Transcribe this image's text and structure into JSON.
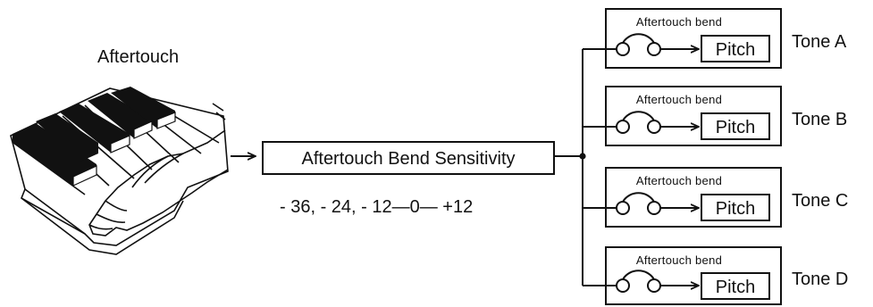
{
  "aftertouch_label": "Aftertouch",
  "sensitivity": {
    "label": "Aftertouch Bend Sensitivity",
    "range": "- 36, - 24, - 12—0— +12"
  },
  "tones": [
    {
      "box_title": "Aftertouch bend",
      "target": "Pitch",
      "tone": "Tone  A"
    },
    {
      "box_title": "Aftertouch bend",
      "target": "Pitch",
      "tone": "Tone  B"
    },
    {
      "box_title": "Aftertouch bend",
      "target": "Pitch",
      "tone": "Tone  C"
    },
    {
      "box_title": "Aftertouch bend",
      "target": "Pitch",
      "tone": "Tone  D"
    }
  ],
  "colors": {
    "ink": "#111111",
    "paper": "#ffffff"
  }
}
